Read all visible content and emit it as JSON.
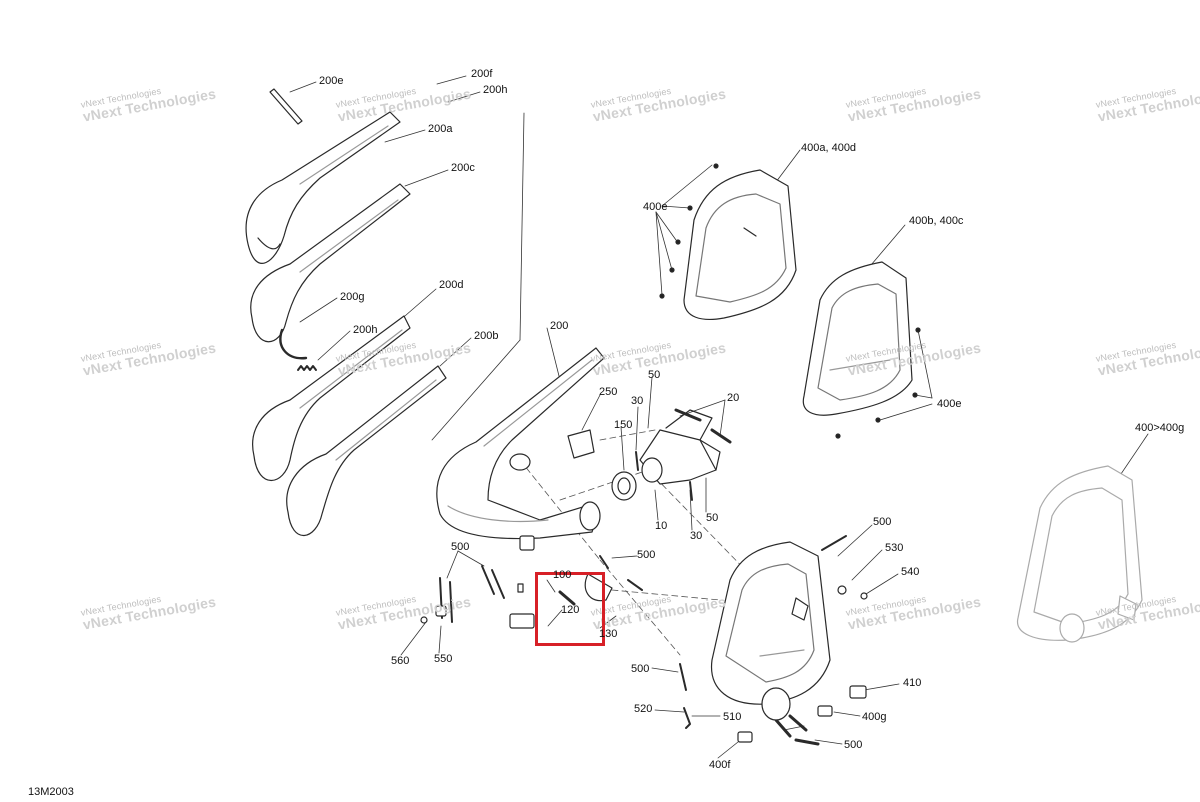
{
  "drawing_id": "13M2003",
  "watermark": {
    "line1": "vNext Technologies",
    "line2": "vNext Technologies"
  },
  "highlight": {
    "color": "#d72027"
  },
  "callouts": [
    {
      "id": "200e",
      "text": "200e"
    },
    {
      "id": "200f",
      "text": "200f"
    },
    {
      "id": "200h-top",
      "text": "200h"
    },
    {
      "id": "200a",
      "text": "200a"
    },
    {
      "id": "200c",
      "text": "200c"
    },
    {
      "id": "200g",
      "text": "200g"
    },
    {
      "id": "200d",
      "text": "200d"
    },
    {
      "id": "200h-mid",
      "text": "200h"
    },
    {
      "id": "200b",
      "text": "200b"
    },
    {
      "id": "200",
      "text": "200"
    },
    {
      "id": "400a-400d",
      "text": "400a, 400d"
    },
    {
      "id": "400e-top",
      "text": "400e"
    },
    {
      "id": "400b-400c",
      "text": "400b, 400c"
    },
    {
      "id": "400e-right",
      "text": "400e"
    },
    {
      "id": "400-400g",
      "text": "400>400g"
    },
    {
      "id": "50-top",
      "text": "50"
    },
    {
      "id": "250",
      "text": "250"
    },
    {
      "id": "30-top",
      "text": "30"
    },
    {
      "id": "20",
      "text": "20"
    },
    {
      "id": "150",
      "text": "150"
    },
    {
      "id": "10",
      "text": "10"
    },
    {
      "id": "50-bottom",
      "text": "50"
    },
    {
      "id": "30-bottom",
      "text": "30"
    },
    {
      "id": "500-left",
      "text": "500"
    },
    {
      "id": "500-center",
      "text": "500"
    },
    {
      "id": "100",
      "text": "100"
    },
    {
      "id": "120",
      "text": "120"
    },
    {
      "id": "130",
      "text": "130"
    },
    {
      "id": "560",
      "text": "560"
    },
    {
      "id": "550",
      "text": "550"
    },
    {
      "id": "500-right-top",
      "text": "500"
    },
    {
      "id": "530",
      "text": "530"
    },
    {
      "id": "540",
      "text": "540"
    },
    {
      "id": "500-lower",
      "text": "500"
    },
    {
      "id": "410",
      "text": "410"
    },
    {
      "id": "520",
      "text": "520"
    },
    {
      "id": "510",
      "text": "510"
    },
    {
      "id": "400g",
      "text": "400g"
    },
    {
      "id": "400f",
      "text": "400f"
    },
    {
      "id": "500-bottom",
      "text": "500"
    }
  ]
}
